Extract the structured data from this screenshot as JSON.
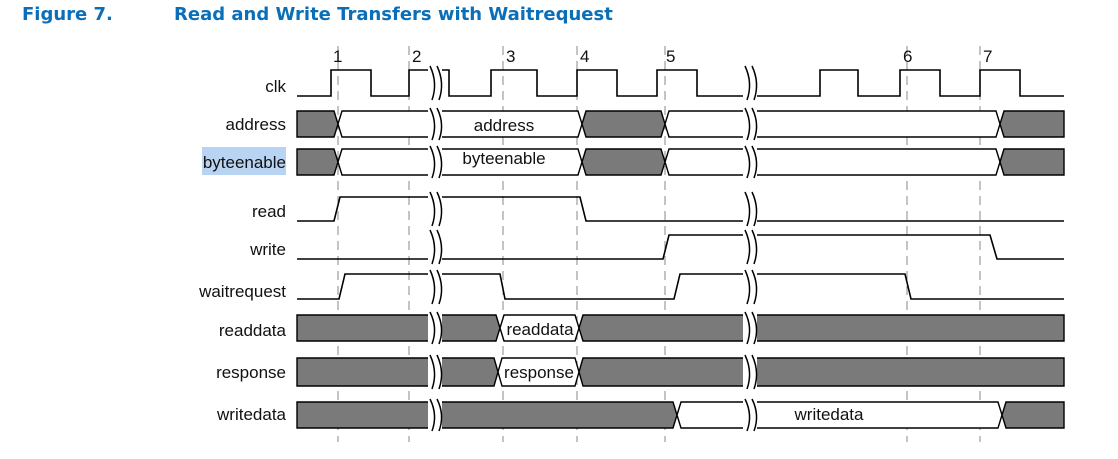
{
  "figure": {
    "number": "Figure 7.",
    "title": "Read and Write Transfers with Waitrequest"
  },
  "colors": {
    "title": "#0a6fb8",
    "undefined_fill": "#7a7a7a",
    "highlight": "#b8d4f2",
    "line": "#000000",
    "guide": "#8a8a8a"
  },
  "cycle_markers": [
    "1",
    "2",
    "3",
    "4",
    "5",
    "6",
    "7"
  ],
  "signals": [
    {
      "name": "clk",
      "kind": "clock"
    },
    {
      "name": "address",
      "kind": "bus",
      "value_label": "address"
    },
    {
      "name": "byteenable",
      "kind": "bus",
      "value_label": "byteenable",
      "highlighted": true
    },
    {
      "name": "read",
      "kind": "logic"
    },
    {
      "name": "write",
      "kind": "logic"
    },
    {
      "name": "waitrequest",
      "kind": "logic"
    },
    {
      "name": "readdata",
      "kind": "bus",
      "value_label": "readdata"
    },
    {
      "name": "response",
      "kind": "bus",
      "value_label": "response"
    },
    {
      "name": "writedata",
      "kind": "bus",
      "value_label": "writedata"
    }
  ]
}
